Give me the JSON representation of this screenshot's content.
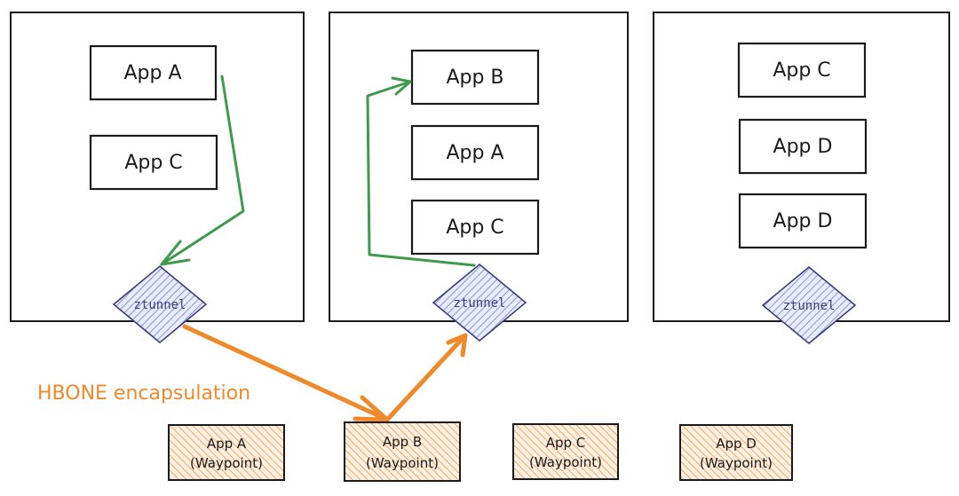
{
  "colors": {
    "traffic_arrow": "#3e9a4f",
    "hbone_arrow": "#f0892a",
    "ztunnel_fill": "#7c8ce0",
    "waypoint_fill": "#f0892a"
  },
  "nodes": [
    {
      "apps": [
        "App A",
        "App C"
      ],
      "ztunnel": "ztunnel"
    },
    {
      "apps": [
        "App B",
        "App A",
        "App C"
      ],
      "ztunnel": "ztunnel"
    },
    {
      "apps": [
        "App C",
        "App D",
        "App D"
      ],
      "ztunnel": "ztunnel"
    }
  ],
  "waypoints": [
    {
      "line1": "App A",
      "line2": "(Waypoint)"
    },
    {
      "line1": "App B",
      "line2": "(Waypoint)"
    },
    {
      "line1": "App C",
      "line2": "(Waypoint)"
    },
    {
      "line1": "App D",
      "line2": "(Waypoint)"
    }
  ],
  "hbone_label": "HBONE encapsulation",
  "icons": {
    "traffic_arrow": "green-arrow-icon",
    "hbone_arrow": "orange-arrow-icon"
  }
}
